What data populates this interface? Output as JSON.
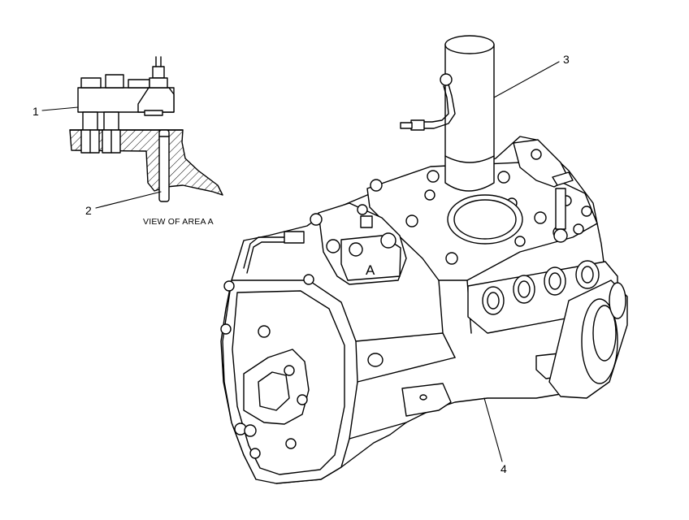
{
  "callouts": {
    "c1": "1",
    "c2": "2",
    "c3": "3",
    "c4": "4"
  },
  "caption": "VIEW OF AREA A",
  "area_marker": "A",
  "colors": {
    "line": "#000000",
    "background": "#ffffff"
  }
}
